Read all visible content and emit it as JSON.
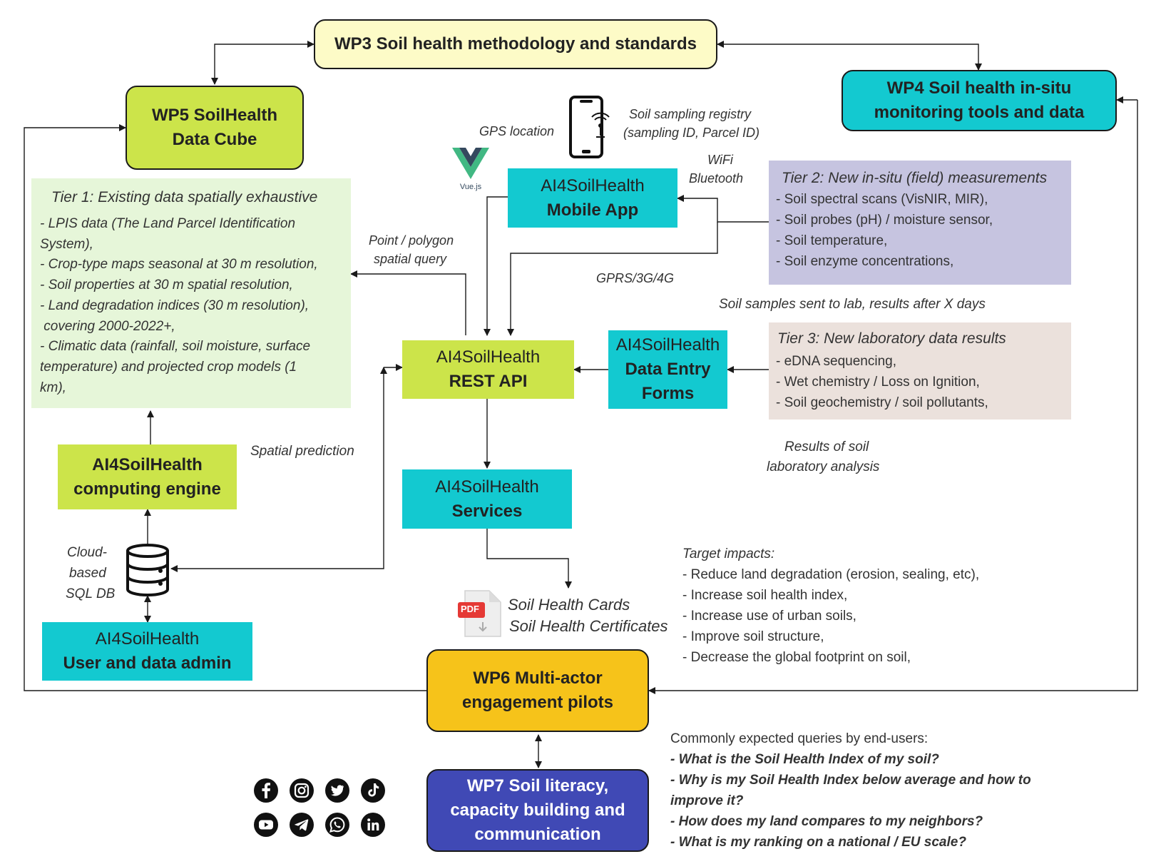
{
  "wp3": {
    "label": "WP3 Soil health methodology and standards"
  },
  "wp4": {
    "line1": "WP4 Soil health in-situ",
    "line2": "monitoring tools and data"
  },
  "wp5": {
    "line1": "WP5 SoilHealth",
    "line2": "Data Cube"
  },
  "wp6": {
    "line1": "WP6 Multi-actor",
    "line2": "engagement pilots"
  },
  "wp7": {
    "line1": "WP7 Soil literacy,",
    "line2": "capacity building and",
    "line3": "communication"
  },
  "mobile_app": {
    "line1": "AI4SoilHealth",
    "line2": "Mobile App"
  },
  "rest_api": {
    "line1": "AI4SoilHealth",
    "line2": "REST API"
  },
  "data_entry": {
    "line1": "AI4SoilHealth",
    "line2": "Data Entry",
    "line3": "Forms"
  },
  "services": {
    "line1": "AI4SoilHealth",
    "line2": "Services"
  },
  "computing": {
    "line1": "AI4SoilHealth",
    "line2": "computing engine"
  },
  "user_admin": {
    "line1": "AI4SoilHealth",
    "line2": "User and data admin"
  },
  "labels": {
    "gps": "GPS location",
    "registry1": "Soil sampling registry",
    "registry2": "(sampling ID, Parcel ID)",
    "vuejs": "Vue.js",
    "wifi": "WiFi",
    "bluetooth": "Bluetooth",
    "point1": "Point / polygon",
    "point2": "spatial query",
    "gprs": "GPRS/3G/4G",
    "soil_samples": "Soil samples sent to lab, results after X days",
    "results1": "Results of soil",
    "results2": "laboratory analysis",
    "spatial_pred": "Spatial prediction",
    "cloud1": "Cloud-",
    "cloud2": "based",
    "cloud3": "SQL DB",
    "cards1": "Soil Health Cards",
    "cards2": "Soil Health Certificates",
    "pdf": "PDF"
  },
  "tier1": {
    "title": "Tier 1: Existing data spatially exhaustive",
    "lines": [
      "- LPIS data (The Land Parcel Identification",
      "System),",
      "- Crop-type maps seasonal at 30 m resolution,",
      "- Soil properties at 30 m spatial resolution,",
      "- Land degradation indices (30 m resolution),",
      " covering 2000-2022+,",
      "- Climatic data (rainfall, soil moisture, surface",
      "temperature) and projected crop models (1",
      "km),"
    ]
  },
  "tier2": {
    "title": "Tier 2: New in-situ (field) measurements",
    "items": [
      "- Soil spectral scans (VisNIR, MIR),",
      "- Soil probes (pH) / moisture sensor,",
      "- Soil temperature,",
      "- Soil enzyme concentrations,"
    ]
  },
  "tier3": {
    "title": "Tier 3: New laboratory data results",
    "items": [
      "- eDNA sequencing,",
      "- Wet chemistry / Loss on Ignition,",
      "- Soil geochemistry / soil pollutants,"
    ]
  },
  "impacts": {
    "title": "Target impacts:",
    "items": [
      "- Reduce land degradation (erosion, sealing, etc),",
      "- Increase soil health index,",
      "- Increase use of urban soils,",
      "- Improve soil structure,",
      "- Decrease the global footprint on soil,"
    ]
  },
  "queries": {
    "title": "Commonly expected queries by end-users:",
    "items": [
      "- What is the Soil Health Index of my soil?",
      "- Why is my Soil Health Index below average and how to",
      "improve it?",
      "- How does my land compares to my neighbors?",
      "- What is my ranking on a national / EU scale?"
    ]
  },
  "social_icons": [
    "facebook-icon",
    "instagram-icon",
    "twitter-icon",
    "tiktok-icon",
    "youtube-icon",
    "telegram-icon",
    "whatsapp-icon",
    "linkedin-icon"
  ],
  "colors": {
    "wp3": "#fdfbc7",
    "wp4": "#13c9d0",
    "wp5": "#cce44a",
    "wp6": "#f6c31a",
    "wp7": "#4049b5",
    "teal": "#13c9d0",
    "lime": "#cce44a",
    "tier1": "#e6f6d9",
    "tier2": "#c6c4e0",
    "tier3": "#ebe1dc"
  }
}
